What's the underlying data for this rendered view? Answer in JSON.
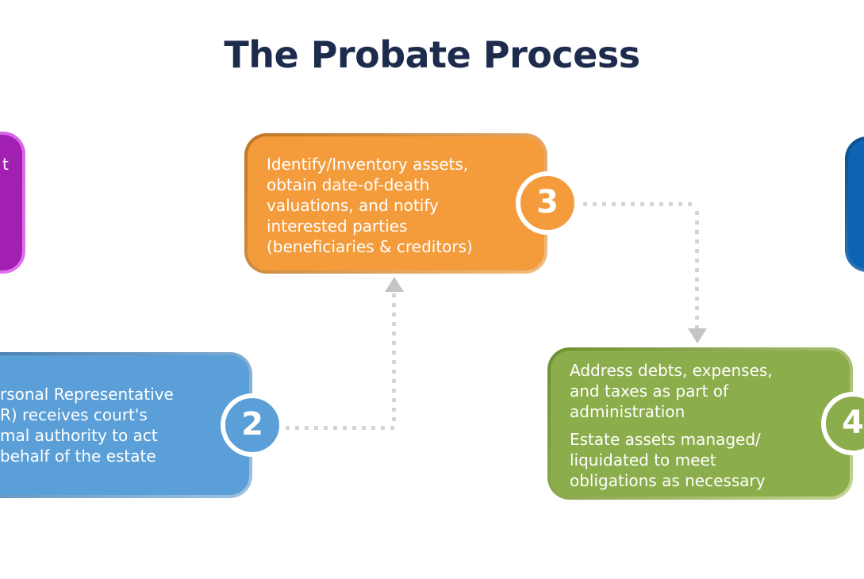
{
  "title": "The Probate Process",
  "palette": {
    "title_text": "#1D2B4D",
    "box_text": "#FFFFFF",
    "badge_ring": "#FFFFFF",
    "connector_dots": "#D4D4D4",
    "connector_arrowhead": "#C4C4C4"
  },
  "steps": {
    "step1": {
      "visible_text": "t",
      "fill": "#A120B1",
      "border_dark": "#C94CDB",
      "border_light": "#DE73EC"
    },
    "step2": {
      "number": "2",
      "lines": [
        "rsonal Representative",
        "R) receives court's",
        "mal authority to act",
        "behalf of the estate"
      ],
      "fill": "#5B9FD8",
      "border_dark": "#4179AC",
      "border_light": "#9EC4E4"
    },
    "step3": {
      "number": "3",
      "lines": [
        "Identify/Inventory assets,",
        "obtain date-of-death",
        "valuations, and notify",
        "interested parties",
        "(beneficiaries & creditors)"
      ],
      "fill": "#F49C3C",
      "border_dark": "#BE7524",
      "border_light": "#F0BE82"
    },
    "step4": {
      "number": "4",
      "paragraph1": [
        "Address debts, expenses,",
        "and taxes as part of",
        "administration"
      ],
      "paragraph2": [
        "Estate assets managed/",
        "liquidated to meet",
        "obligations as necessary"
      ],
      "fill": "#8CAD4B",
      "border_dark": "#6D8F2F",
      "border_light": "#C4D492"
    },
    "step5": {
      "fill": "#0D64B5",
      "border_dark": "#0A4E8E",
      "border_light": "#3E82C0"
    }
  }
}
